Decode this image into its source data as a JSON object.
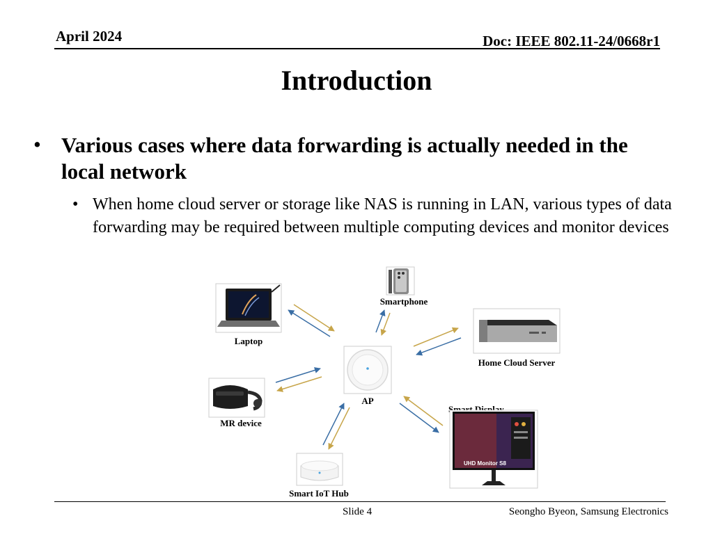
{
  "header": {
    "date": "April  2024",
    "doc_id": "Doc: IEEE 802.11-24/0668r1"
  },
  "title": "Introduction",
  "bullets": {
    "main": "Various cases where data forwarding is actually needed in the local network",
    "sub": "When home cloud server or storage like NAS is running in LAN, various types of data forwarding may be required between multiple computing devices and monitor devices"
  },
  "diagram": {
    "nodes": {
      "laptop": "Laptop",
      "smartphone": "Smartphone",
      "home_cloud": "Home Cloud Server",
      "ap": "AP",
      "mr": "MR device",
      "display": "Smart Display",
      "iot": "Smart IoT Hub",
      "monitor_screen": "UHD Monitor S8"
    },
    "arrow_colors": {
      "blue": "#3a6ea5",
      "gold": "#c7a54a"
    }
  },
  "footer": {
    "slide": "Slide 4",
    "author": "Seongho Byeon, Samsung Electronics"
  }
}
